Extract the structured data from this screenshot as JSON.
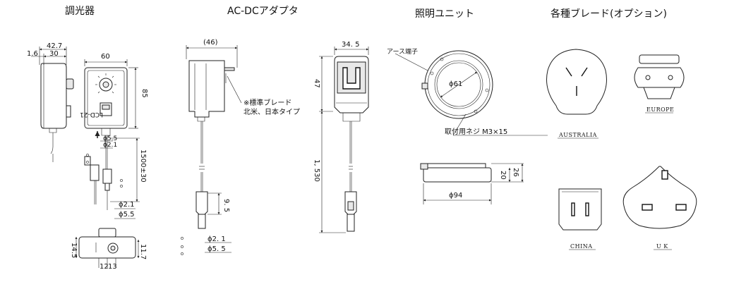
{
  "titles": {
    "dimmer": "調光器",
    "adapter": "AC-DCアダプタ",
    "light_unit": "照明ユニット",
    "blades": "各種ブレード(オプション)"
  },
  "dimmer": {
    "dim_total_depth": "42.7",
    "dim_depth": "30",
    "dim_small": "1.6",
    "dim_width": "60",
    "dim_height": "85",
    "model_label": "LCD-21",
    "dim_cable_length": "1500±30",
    "dim_phi_55": "ϕ5.5",
    "dim_phi_21": "ϕ2.1",
    "dim_plug_phi_21": "ϕ2.1",
    "dim_plug_phi_55": "ϕ5.5",
    "dim_bottom_145": "14.5",
    "dim_bottom_12": "12",
    "dim_bottom_13": "13",
    "dim_bottom_117": "11.7"
  },
  "adapter": {
    "dim_width_46": "(46)",
    "dim_width_345": "34. 5",
    "dim_height_47": "47",
    "note_line1": "※標準ブレード",
    "note_line2": "北米、日本タイプ",
    "dim_cable_1530": "1, 530",
    "dim_plug_95": "9. 5",
    "dim_plug_phi_21": "ϕ2. 1",
    "dim_plug_phi_55": "ϕ5. 5"
  },
  "light_unit": {
    "ground_label": "アース端子",
    "dim_inner_phi": "ϕ61",
    "screw_label": "取付用ネジ  M3×15",
    "dim_h20": "20",
    "dim_h26": "26",
    "dim_outer_phi": "ϕ94"
  },
  "blades": {
    "australia": "AUSTRALIA",
    "europe": "EUROPE",
    "china": "CHINA",
    "uk": "U K"
  }
}
